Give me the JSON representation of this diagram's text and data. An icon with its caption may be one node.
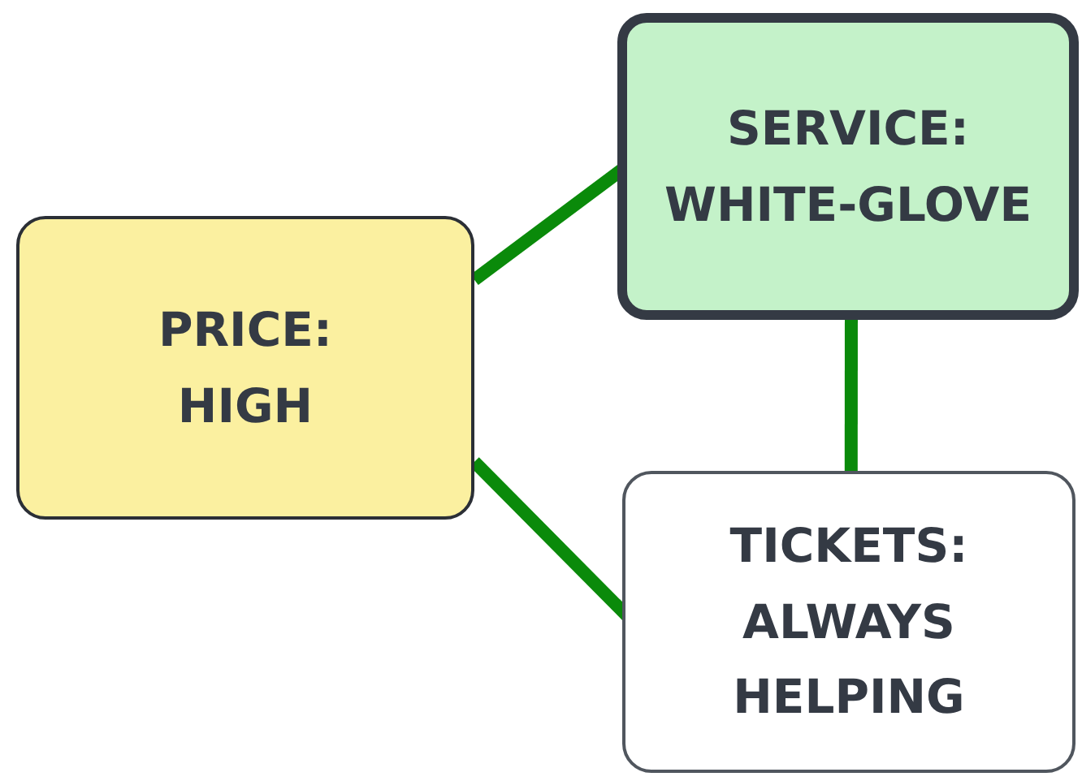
{
  "diagram": {
    "nodes": [
      {
        "text": [
          "PRICE: HIGH"
        ]
      },
      {
        "text": [
          "SERVICE: WHITE-GLOVE"
        ]
      },
      {
        "text": [
          "TICKETS: ALWAYS HELPING"
        ]
      }
    ],
    "edges": [
      {
        "from": 0,
        "to": 1,
        "arrow": "none"
      },
      {
        "from": 0,
        "to": 2,
        "arrow": "none"
      },
      {
        "from": 1,
        "to": 2,
        "arrow": "none"
      }
    ]
  }
}
